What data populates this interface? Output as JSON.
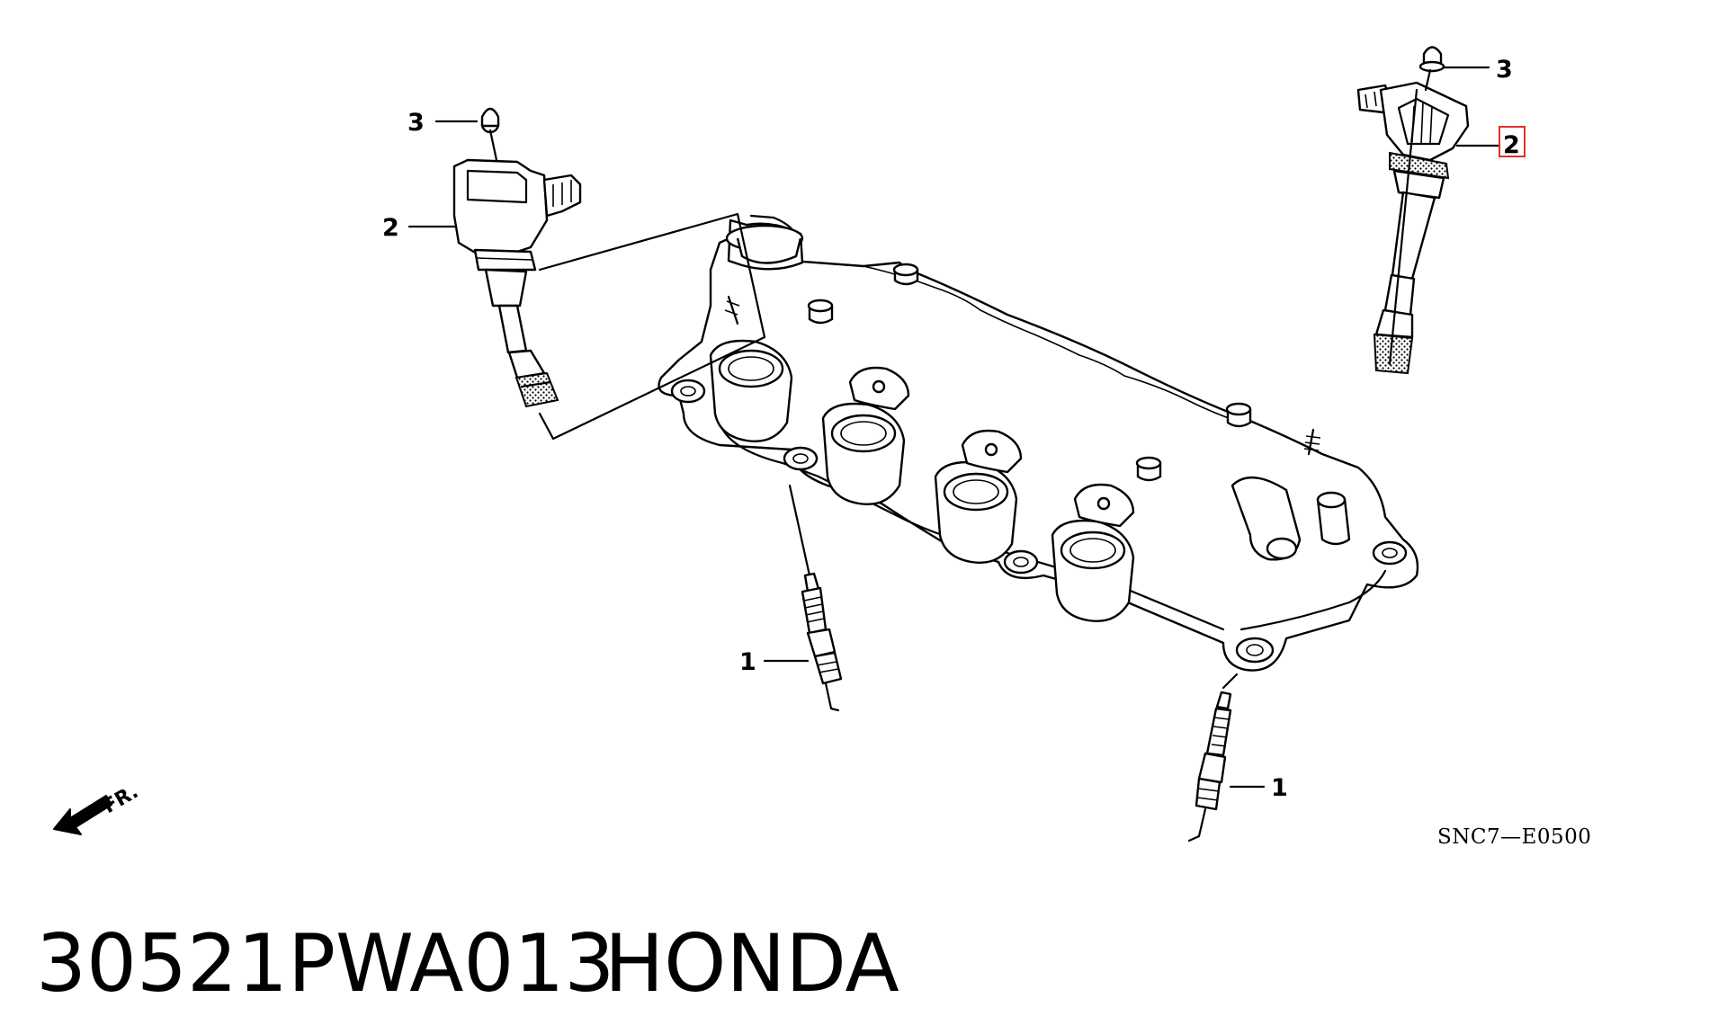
{
  "callouts": {
    "left_bolt": "3",
    "left_coil": "2",
    "right_bolt": "3",
    "right_coil": "2",
    "left_plug": "1",
    "right_plug": "1"
  },
  "front_marker": "FR.",
  "diagram_ref": "SNC7—E0500",
  "caption": {
    "part_number": "30521PWA013",
    "brand": "HONDA"
  },
  "highlight_color": "#e03030"
}
